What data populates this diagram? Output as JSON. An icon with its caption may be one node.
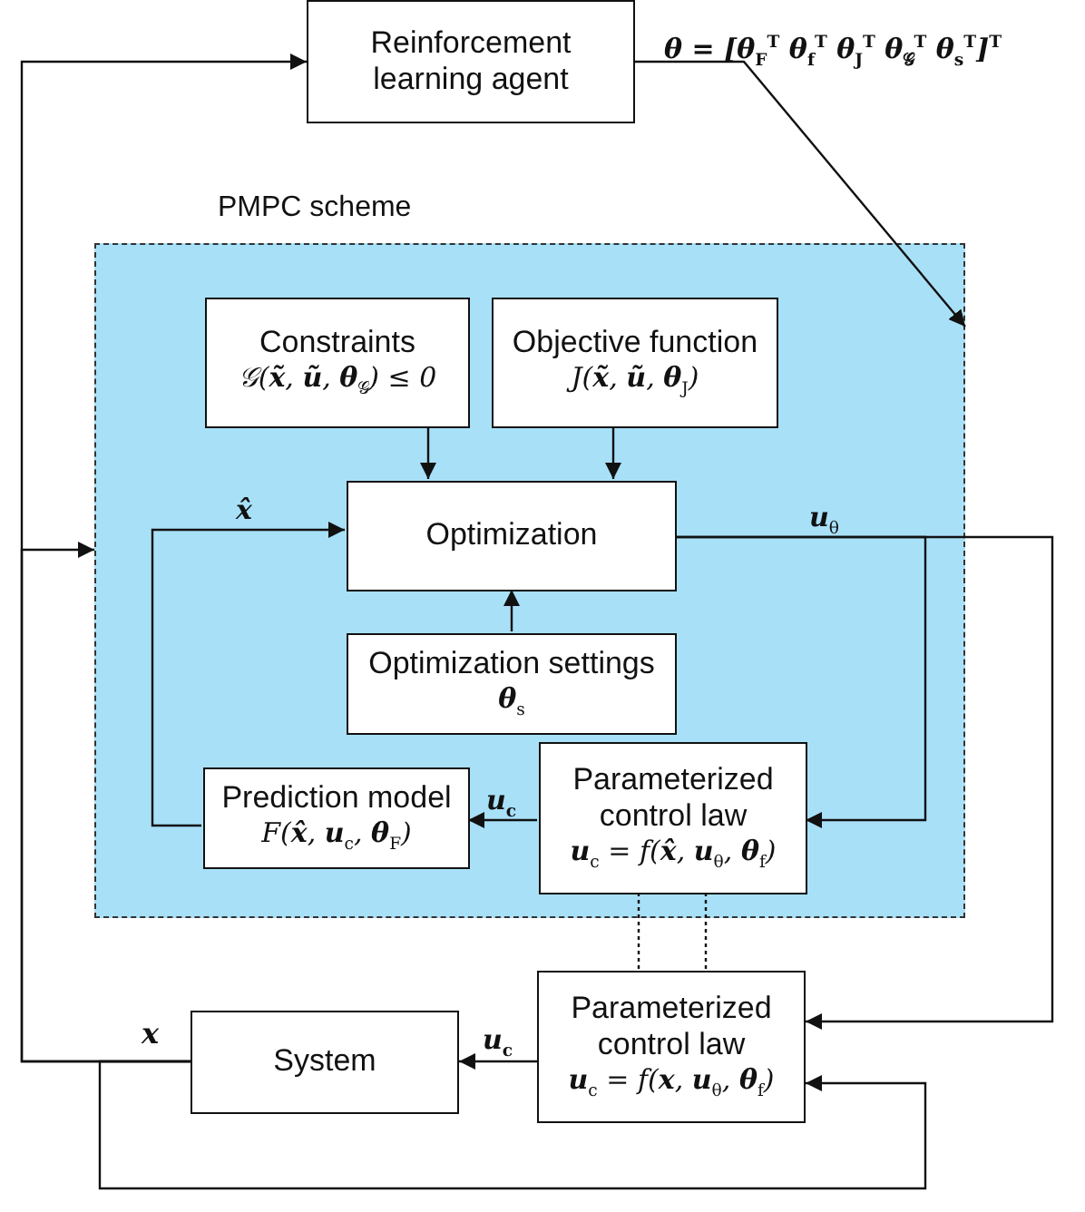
{
  "diagram": {
    "nodes": [
      {
        "text": [
          "Reinforcement learning agent"
        ]
      },
      {
        "text": [
          "PMPC scheme"
        ]
      },
      {
        "text": [
          "Constraints",
          "𝒢(**x̃**, **ũ**, **θ**$_{𝒢}$) ≤ 0"
        ],
        "in": 1
      },
      {
        "text": [
          "Objective function",
          "J(**x̃**, **ũ**, **θ**$_{J}$)"
        ],
        "in": 1
      },
      {
        "text": [
          "Optimization"
        ],
        "in": 1
      },
      {
        "text": [
          "Optimization settings",
          "**θ**$_{s}$"
        ],
        "in": 1
      },
      {
        "text": [
          "Prediction model",
          "F(**x̂**, **u**$_{c}$, **θ**$_{F}$)"
        ],
        "in": 1
      },
      {
        "text": [
          "Parameterized control law",
          "**u**$_{c}$ = f(**x̂**, **u**$_{θ}$, **θ**$_{f}$)"
        ],
        "in": 1
      },
      {
        "text": [
          "Parameterized control law",
          "**u**$_{c}$ = f(**x**, **u**$_{θ}$, **θ**$_{f}$)"
        ]
      },
      {
        "text": [
          "System"
        ]
      }
    ],
    "edges": [
      {
        "from": 9,
        "to": 0,
        "arrow": "to"
      },
      {
        "from": 9,
        "to": 1,
        "arrow": "to"
      },
      {
        "from": 9,
        "to": 8,
        "arrow": "to"
      },
      {
        "from": 0,
        "to": 1,
        "arrow": "to"
      },
      {
        "from": 2,
        "to": 4,
        "arrow": "to"
      },
      {
        "from": 3,
        "to": 4,
        "arrow": "to"
      },
      {
        "from": 5,
        "to": 4,
        "arrow": "to"
      },
      {
        "from": 6,
        "to": 4,
        "arrow": "to",
        "label": "x̂"
      },
      {
        "from": 7,
        "to": 6,
        "arrow": "to",
        "label": "**u**$_{c}$"
      },
      {
        "from": 4,
        "to": 7,
        "arrow": "to"
      },
      {
        "from": 4,
        "to": 8,
        "arrow": "to"
      },
      {
        "from": 8,
        "to": 9,
        "arrow": "to",
        "label": "**u**$_{c}$"
      },
      {
        "from": 7,
        "to": 8,
        "arrow": "none",
        "style": "dashed"
      },
      {
        "from": 7,
        "to": 8,
        "arrow": "none",
        "style": "dashed"
      }
    ],
    "labels": [
      "**θ** = [**θ**$_{F}$$^{T}$ **θ**$_{f}$$^{T}$ **θ**$_{J}$$^{T}$ **θ**$_{𝒢}$$^{T}$ **θ**$_{s}$$^{T}$]$^{T}$",
      "x",
      "**u**$_{θ}$"
    ]
  }
}
